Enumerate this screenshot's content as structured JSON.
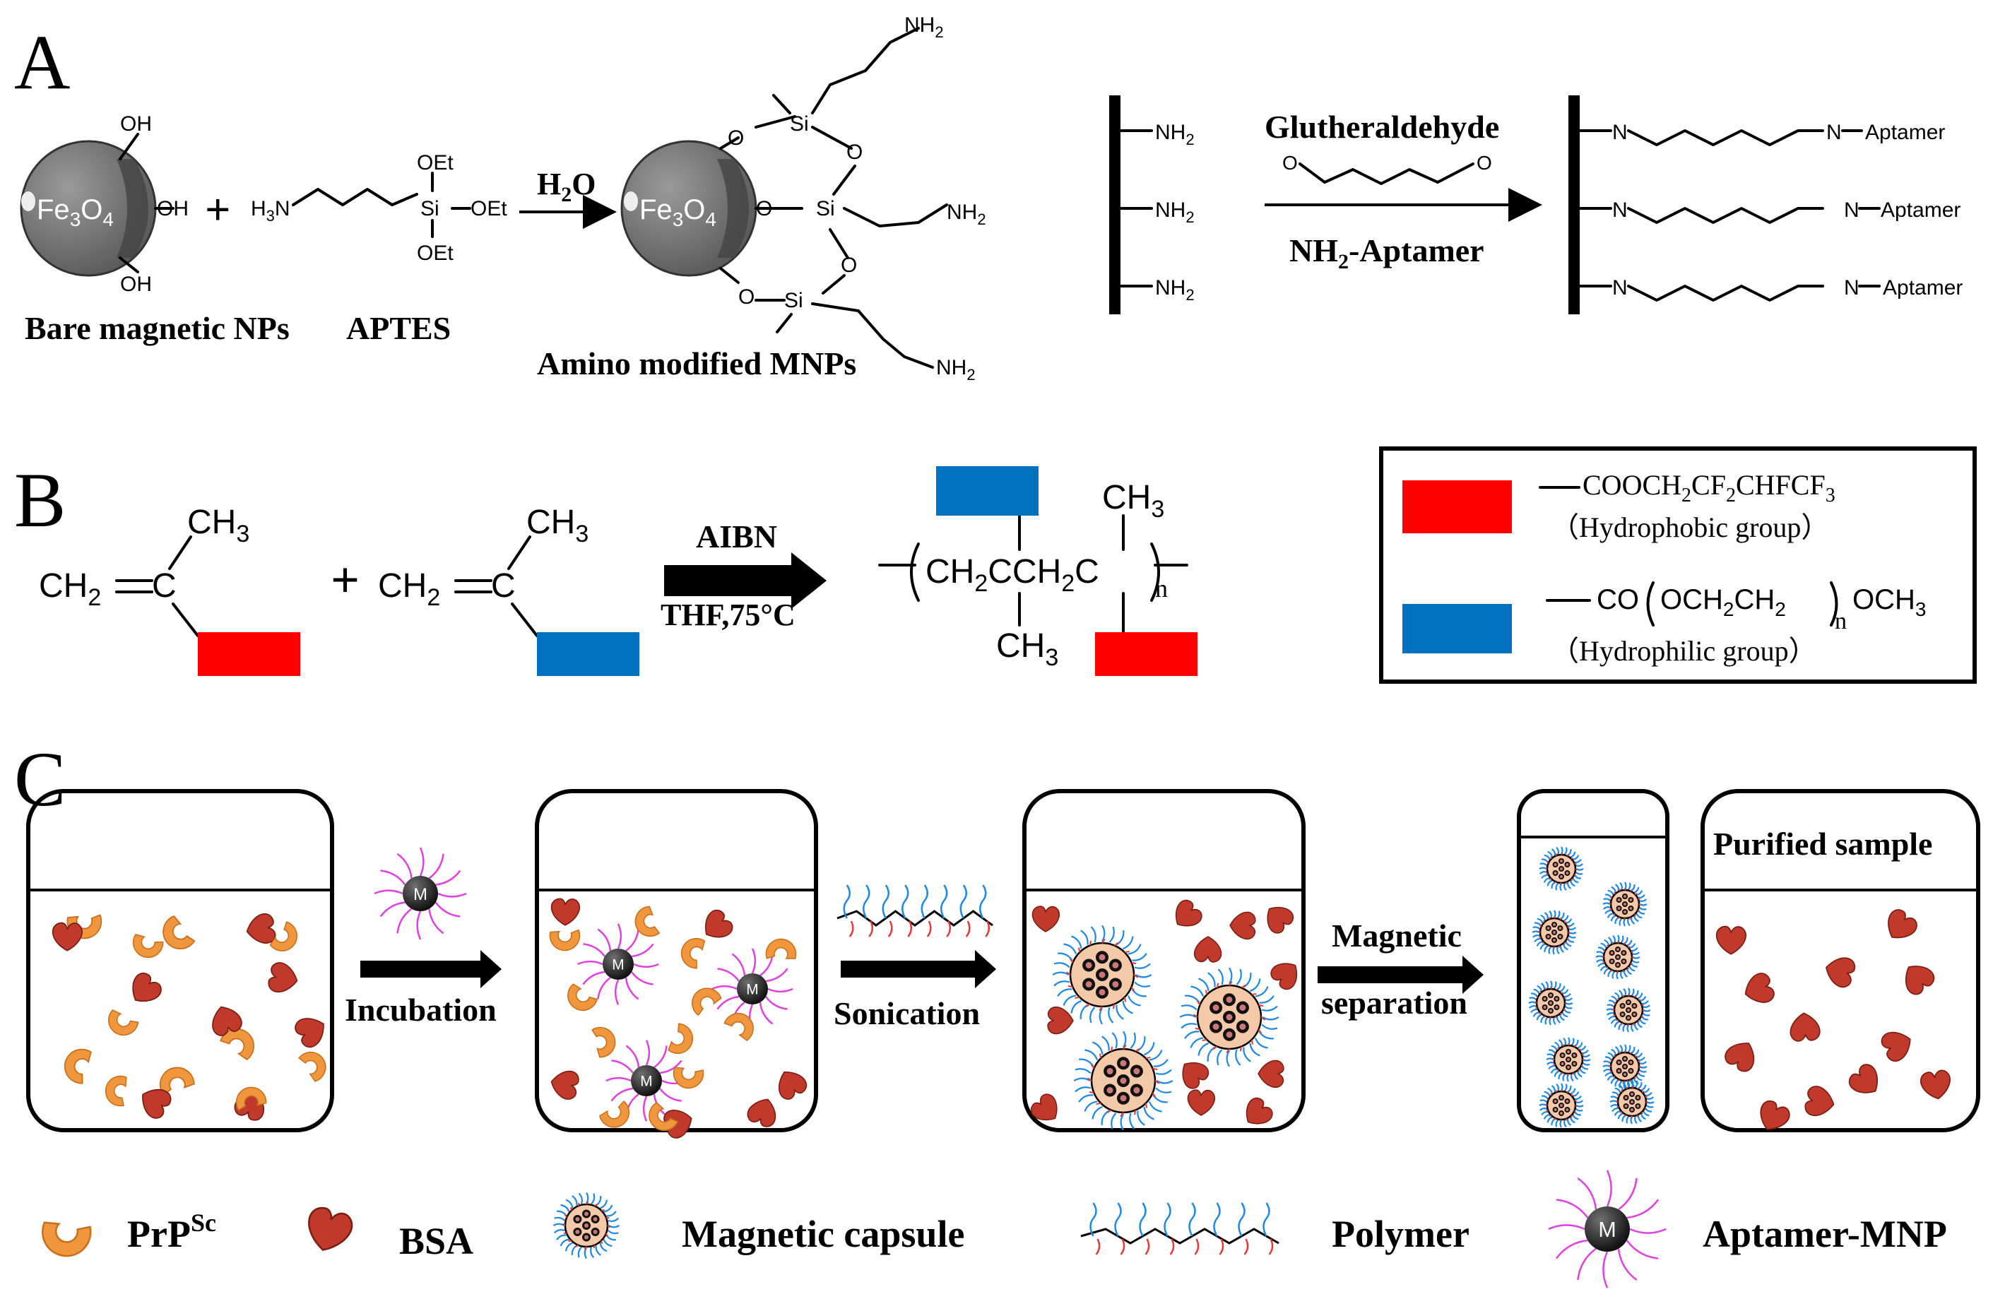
{
  "panels": {
    "a": "A",
    "b": "B",
    "c": "C"
  },
  "panelA": {
    "core": "Fe",
    "core_sub1": "3",
    "core_o": "O",
    "core_sub2": "4",
    "oh": "OH",
    "plus": "+",
    "h3n_h": "H",
    "h3n_sub": "3",
    "h3n_n": "N",
    "si": "Si",
    "oet": "OEt",
    "o": "O",
    "arrow_label_h": "H",
    "arrow_label_sub": "2",
    "arrow_label_o": "O",
    "nh": "NH",
    "nh_sub": "2",
    "label_bare": "Bare magnetic NPs",
    "label_aptes": "APTES",
    "label_amino": "Amino modified MNPs",
    "reagent_top": "Glutheraldehyde",
    "reagent_bottom_a": "NH",
    "reagent_bottom_sub": "2",
    "reagent_bottom_b": "-Aptamer",
    "n_label": "N",
    "aptamer": "Aptamer",
    "aldehyde_o": "O"
  },
  "panelB": {
    "ch2_a": "CH",
    "ch2_sub": "2",
    "eq_c": "C",
    "ch3_a": "CH",
    "ch3_sub": "3",
    "plus": "+",
    "reagent_top": "AIBN",
    "reagent_bottom": "THF,75°C",
    "polymer_a": "CH",
    "polymer_b": "C",
    "polymer_c": "CH",
    "polymer_d": "C",
    "n": "n",
    "legend_hydrophobic_formula_a": "COOCH",
    "legend_hydrophobic_formula_b": "CF",
    "legend_hydrophobic_formula_c": "CHFCF",
    "legend_sub2": "2",
    "legend_sub3": "3",
    "legend_hydrophobic_desc": "（Hydrophobic group）",
    "legend_hydrophilic_co": "CO",
    "legend_hydrophilic_och": "OCH",
    "legend_hydrophilic_ch": "CH",
    "legend_hydrophilic_och3": "OCH",
    "legend_hydrophilic_desc": "（Hydrophilic group）",
    "colors": {
      "hydrophobic": "#ff0000",
      "hydrophilic": "#0070c0"
    }
  },
  "panelC": {
    "step_incubation": "Incubation",
    "step_sonication": "Sonication",
    "step_magnetic_a": "Magnetic",
    "step_magnetic_b": "separation",
    "purified": "Purified sample",
    "m": "M",
    "legend": {
      "prpsc": "PrP",
      "prpsc_sup": "Sc",
      "bsa": "BSA",
      "capsule": "Magnetic capsule",
      "polymer": "Polymer",
      "aptamer_mnp": "Aptamer-MNP"
    },
    "colors": {
      "prpsc": "#f0963c",
      "bsa": "#c0392b",
      "capsule_core": "#f4c9a8",
      "aptamer_strand": "#e040e0",
      "polymer_blue": "#1e88e5",
      "polymer_red": "#e53935"
    }
  }
}
